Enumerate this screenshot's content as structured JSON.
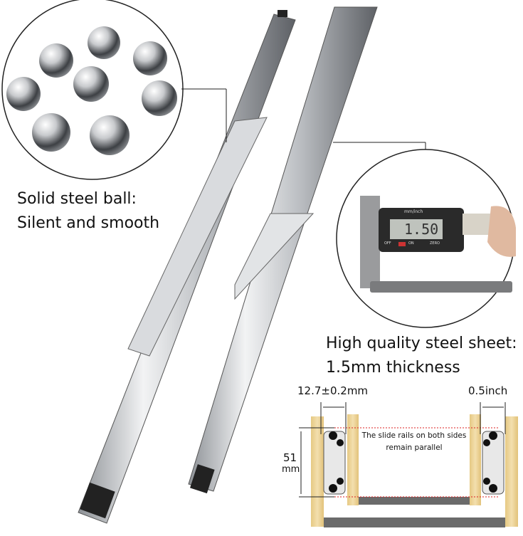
{
  "ball_callout": {
    "line1": "Solid steel ball:",
    "line2": "Silent and smooth"
  },
  "sheet_callout": {
    "line1": "High quality steel sheet:",
    "line2": "1.5mm thickness"
  },
  "caliper": {
    "reading": "1.50",
    "units": "mm/inch",
    "off": "OFF",
    "on": "ON",
    "zero": "ZERO"
  },
  "diagram": {
    "left_width": "12.7±0.2mm",
    "right_width": "0.5inch",
    "height_value": "51",
    "height_unit": "mm",
    "note_line1": "The slide rails on both sides",
    "note_line2": "remain parallel"
  },
  "colors": {
    "wood": "#ecd49a",
    "rail": "#c9ccd0",
    "board": "#6b6b6b",
    "guide": "#d22"
  }
}
